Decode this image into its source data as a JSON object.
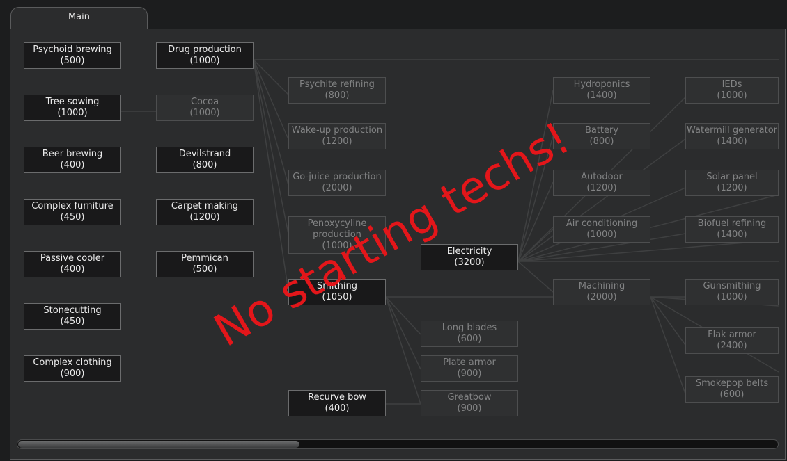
{
  "tab": {
    "label": "Main"
  },
  "overlay": {
    "text": "No starting techs!"
  },
  "scrollbar": {
    "fraction": 0.37
  },
  "nodes": [
    {
      "id": "psychoid-brewing",
      "name": "Psychoid brewing",
      "cost": "(500)",
      "locked": false
    },
    {
      "id": "tree-sowing",
      "name": "Tree sowing",
      "cost": "(1000)",
      "locked": false
    },
    {
      "id": "beer-brewing",
      "name": "Beer brewing",
      "cost": "(400)",
      "locked": false
    },
    {
      "id": "complex-furniture",
      "name": "Complex furniture",
      "cost": "(450)",
      "locked": false
    },
    {
      "id": "passive-cooler",
      "name": "Passive cooler",
      "cost": "(400)",
      "locked": false
    },
    {
      "id": "stonecutting",
      "name": "Stonecutting",
      "cost": "(450)",
      "locked": false
    },
    {
      "id": "complex-clothing",
      "name": "Complex clothing",
      "cost": "(900)",
      "locked": false
    },
    {
      "id": "drug-production",
      "name": "Drug production",
      "cost": "(1000)",
      "locked": false
    },
    {
      "id": "cocoa",
      "name": "Cocoa",
      "cost": "(1000)",
      "locked": true
    },
    {
      "id": "devilstrand",
      "name": "Devilstrand",
      "cost": "(800)",
      "locked": false
    },
    {
      "id": "carpet-making",
      "name": "Carpet making",
      "cost": "(1200)",
      "locked": false
    },
    {
      "id": "pemmican",
      "name": "Pemmican",
      "cost": "(500)",
      "locked": false
    },
    {
      "id": "psychite-refining",
      "name": "Psychite refining",
      "cost": "(800)",
      "locked": true
    },
    {
      "id": "wake-up-production",
      "name": "Wake-up production",
      "cost": "(1200)",
      "locked": true
    },
    {
      "id": "go-juice-production",
      "name": "Go-juice production",
      "cost": "(2000)",
      "locked": true
    },
    {
      "id": "penoxycyline-production",
      "name": "Penoxycyline production",
      "cost": "(1000)",
      "locked": true
    },
    {
      "id": "smithing",
      "name": "Smithing",
      "cost": "(1050)",
      "locked": false
    },
    {
      "id": "recurve-bow",
      "name": "Recurve bow",
      "cost": "(400)",
      "locked": false
    },
    {
      "id": "electricity",
      "name": "Electricity",
      "cost": "(3200)",
      "locked": false
    },
    {
      "id": "long-blades",
      "name": "Long blades",
      "cost": "(600)",
      "locked": true
    },
    {
      "id": "plate-armor",
      "name": "Plate armor",
      "cost": "(900)",
      "locked": true
    },
    {
      "id": "greatbow",
      "name": "Greatbow",
      "cost": "(900)",
      "locked": true
    },
    {
      "id": "hydroponics",
      "name": "Hydroponics",
      "cost": "(1400)",
      "locked": true
    },
    {
      "id": "battery",
      "name": "Battery",
      "cost": "(800)",
      "locked": true
    },
    {
      "id": "autodoor",
      "name": "Autodoor",
      "cost": "(1200)",
      "locked": true
    },
    {
      "id": "air-conditioning",
      "name": "Air conditioning",
      "cost": "(1000)",
      "locked": true
    },
    {
      "id": "machining",
      "name": "Machining",
      "cost": "(2000)",
      "locked": true
    },
    {
      "id": "ieds",
      "name": "IEDs",
      "cost": "(1000)",
      "locked": true
    },
    {
      "id": "watermill-generator",
      "name": "Watermill generator",
      "cost": "(1400)",
      "locked": true
    },
    {
      "id": "solar-panel",
      "name": "Solar panel",
      "cost": "(1200)",
      "locked": true
    },
    {
      "id": "biofuel-refining",
      "name": "Biofuel refining",
      "cost": "(1400)",
      "locked": true
    },
    {
      "id": "gunsmithing",
      "name": "Gunsmithing",
      "cost": "(1000)",
      "locked": true
    },
    {
      "id": "flak-armor",
      "name": "Flak armor",
      "cost": "(2400)",
      "locked": true
    },
    {
      "id": "smokepop-belts",
      "name": "Smokepop belts",
      "cost": "(600)",
      "locked": true
    }
  ]
}
